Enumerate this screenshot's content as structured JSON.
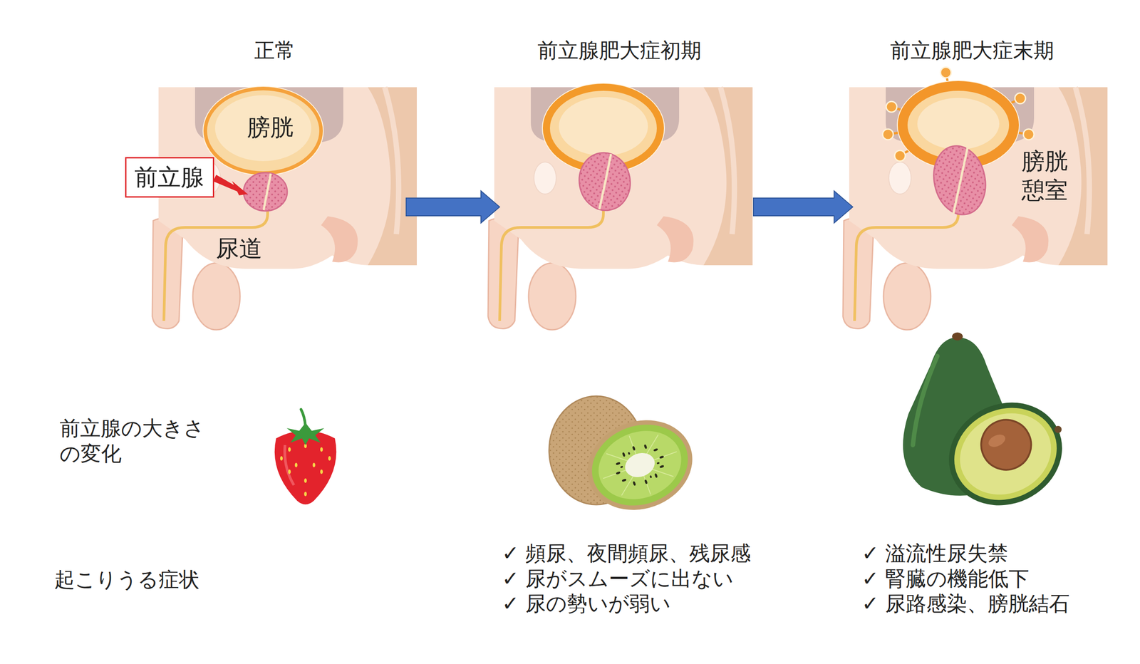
{
  "diagram": {
    "nodes": [
      {
        "text": [
          "正常",
          "膀胱",
          "尿道"
        ]
      },
      {
        "text": [
          "前立腺"
        ],
        "in": 0
      },
      {
        "text": [
          "前立腺肥大症初期"
        ]
      },
      {
        "text": [
          "前立腺肥大症末期",
          "膀胱 憩室"
        ]
      }
    ],
    "edges": [
      {
        "from": 0,
        "to": 2,
        "arrow": "to"
      },
      {
        "from": 2,
        "to": 3,
        "arrow": "to"
      }
    ],
    "labels": [
      "前立腺の大きさ の変化",
      "起こりうる症状",
      "✓ 頻尿、夜間頻尿、残尿感",
      "✓ 尿がスムーズに出ない",
      "✓ 尿の勢いが弱い",
      "✓ 溢流性尿失禁",
      "✓ 腎臓の機能低下",
      "✓ 尿路感染、膀胱結石"
    ]
  }
}
